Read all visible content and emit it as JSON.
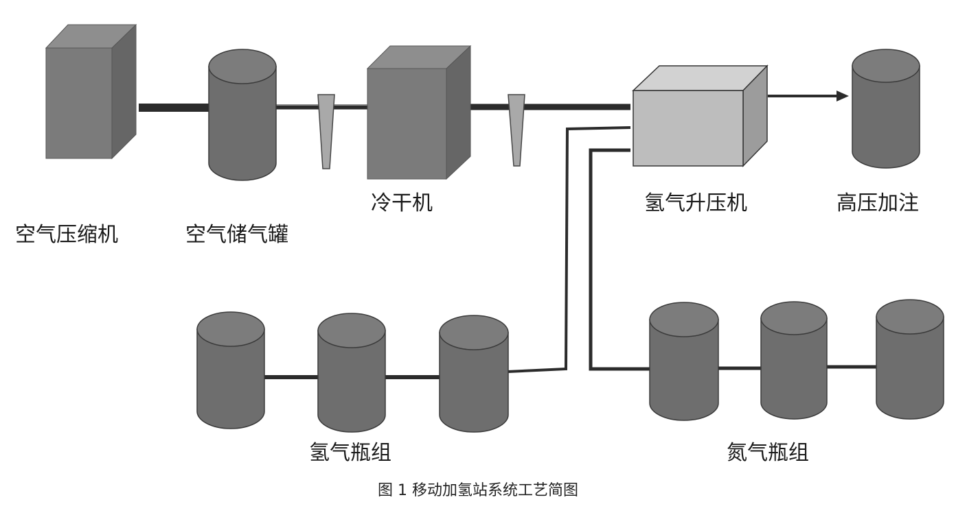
{
  "diagram": {
    "labels": {
      "air_compressor": "空气压缩机",
      "air_tank": "空气储气罐",
      "dryer": "冷干机",
      "h2_booster": "氢气升压机",
      "hp_fill": "高压加注",
      "h2_cylinders": "氢气瓶组",
      "n2_cylinders": "氮气瓶组"
    },
    "caption": "图 1 移动加氢站系统工艺简图",
    "colors": {
      "box_front": "#7b7b7b",
      "box_top": "#8e8e8e",
      "box_side": "#666666",
      "cylinder_body": "#6e6e6e",
      "cylinder_top": "#7c7c7c",
      "booster_front": "#bdbdbd",
      "booster_top": "#d2d2d2",
      "booster_side": "#9c9c9c",
      "pipe": "#2b2b2b",
      "filter": "#a9a9a9"
    }
  }
}
